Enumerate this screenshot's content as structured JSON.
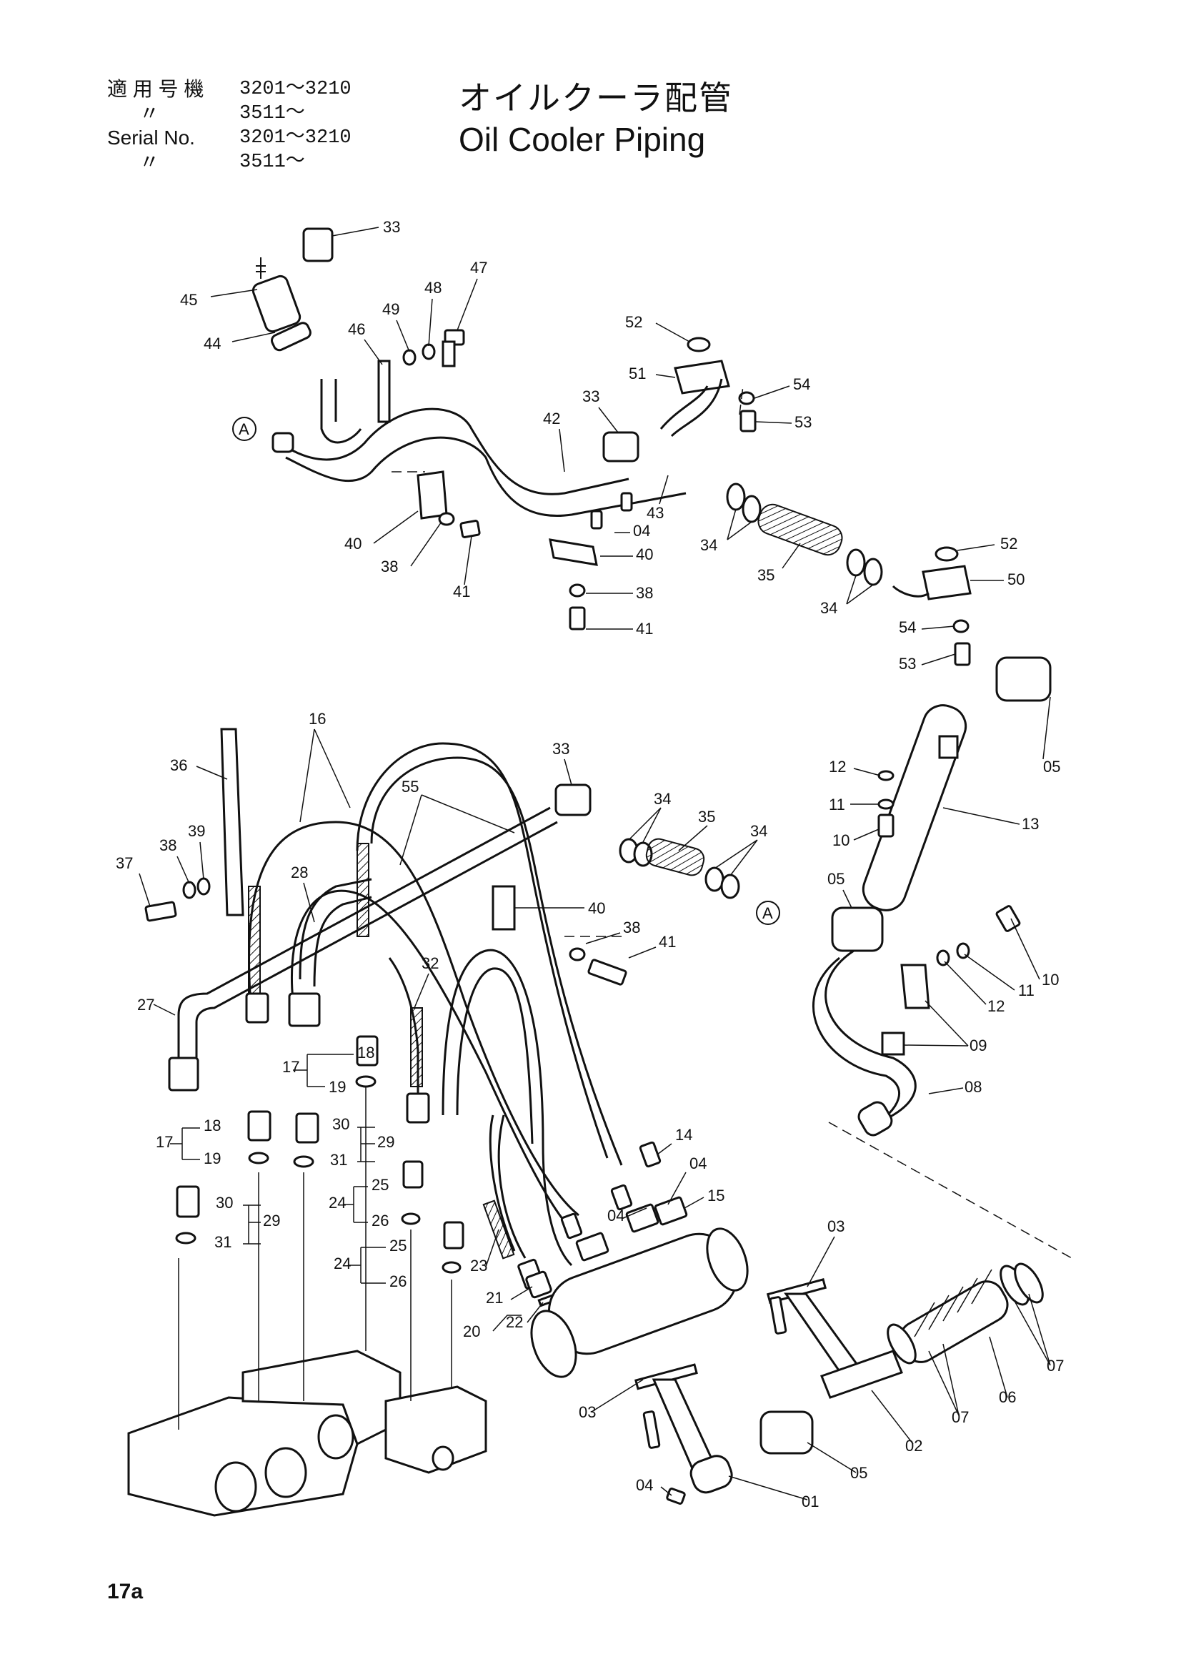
{
  "header": {
    "applicable_label": "適 用 号 機",
    "applicable_range": "3201～3210",
    "ditto_1": "〃",
    "applicable_range_2": "3511～",
    "serial_label": "Serial No.",
    "serial_range": "3201～3210",
    "ditto_2": "〃",
    "serial_range_2": "3511～"
  },
  "title": {
    "japanese": "オイルクーラ配管",
    "english": "Oil Cooler Piping"
  },
  "page_number": "17a",
  "callouts": {
    "p33a": "33",
    "p45": "45",
    "p44": "44",
    "p46": "46",
    "p49": "49",
    "p48": "48",
    "p47": "47",
    "p52a": "52",
    "p51": "51",
    "p54a": "54",
    "p53a": "53",
    "p42": "42",
    "p33b": "33",
    "p43": "43",
    "p04a": "04",
    "pA1": "A",
    "p40a": "40",
    "p38a": "38",
    "p41a": "41",
    "p40b": "40",
    "p38b": "38",
    "p41b": "41",
    "p34a": "34",
    "p35a": "35",
    "p34b": "34",
    "p52b": "52",
    "p50": "50",
    "p54b": "54",
    "p53b": "53",
    "p05a": "05",
    "p16": "16",
    "p36": "36",
    "p33c": "33",
    "p55": "55",
    "p34c": "34",
    "p35b": "35",
    "p34d": "34",
    "p38c": "38",
    "p39": "39",
    "p37": "37",
    "p28": "28",
    "p40c": "40",
    "pA2": "A",
    "p38d": "38",
    "p41c": "41",
    "p32": "32",
    "p27": "27",
    "p12a": "12",
    "p11a": "11",
    "p10a": "10",
    "p13": "13",
    "p05b": "05",
    "p10b": "10",
    "p11b": "11",
    "p12b": "12",
    "p09": "09",
    "p08": "08",
    "p18a": "18",
    "p17a": "17",
    "p19a": "19",
    "p18b": "18",
    "p17b": "17",
    "p19b": "19",
    "p30a": "30",
    "p29a": "29",
    "p31a": "31",
    "p30b": "30",
    "p29b": "29",
    "p31b": "31",
    "p25a": "25",
    "p24a": "24",
    "p26a": "26",
    "p25b": "25",
    "p24b": "24",
    "p26b": "26",
    "p14": "14",
    "p04b": "04",
    "p15": "15",
    "p04c": "04",
    "p23": "23",
    "p21": "21",
    "p22": "22",
    "p20": "20",
    "p03a": "03",
    "p03b": "03",
    "p07a": "07",
    "p06": "06",
    "p07b": "07",
    "p02": "02",
    "p05c": "05",
    "p04d": "04",
    "p01": "01"
  }
}
